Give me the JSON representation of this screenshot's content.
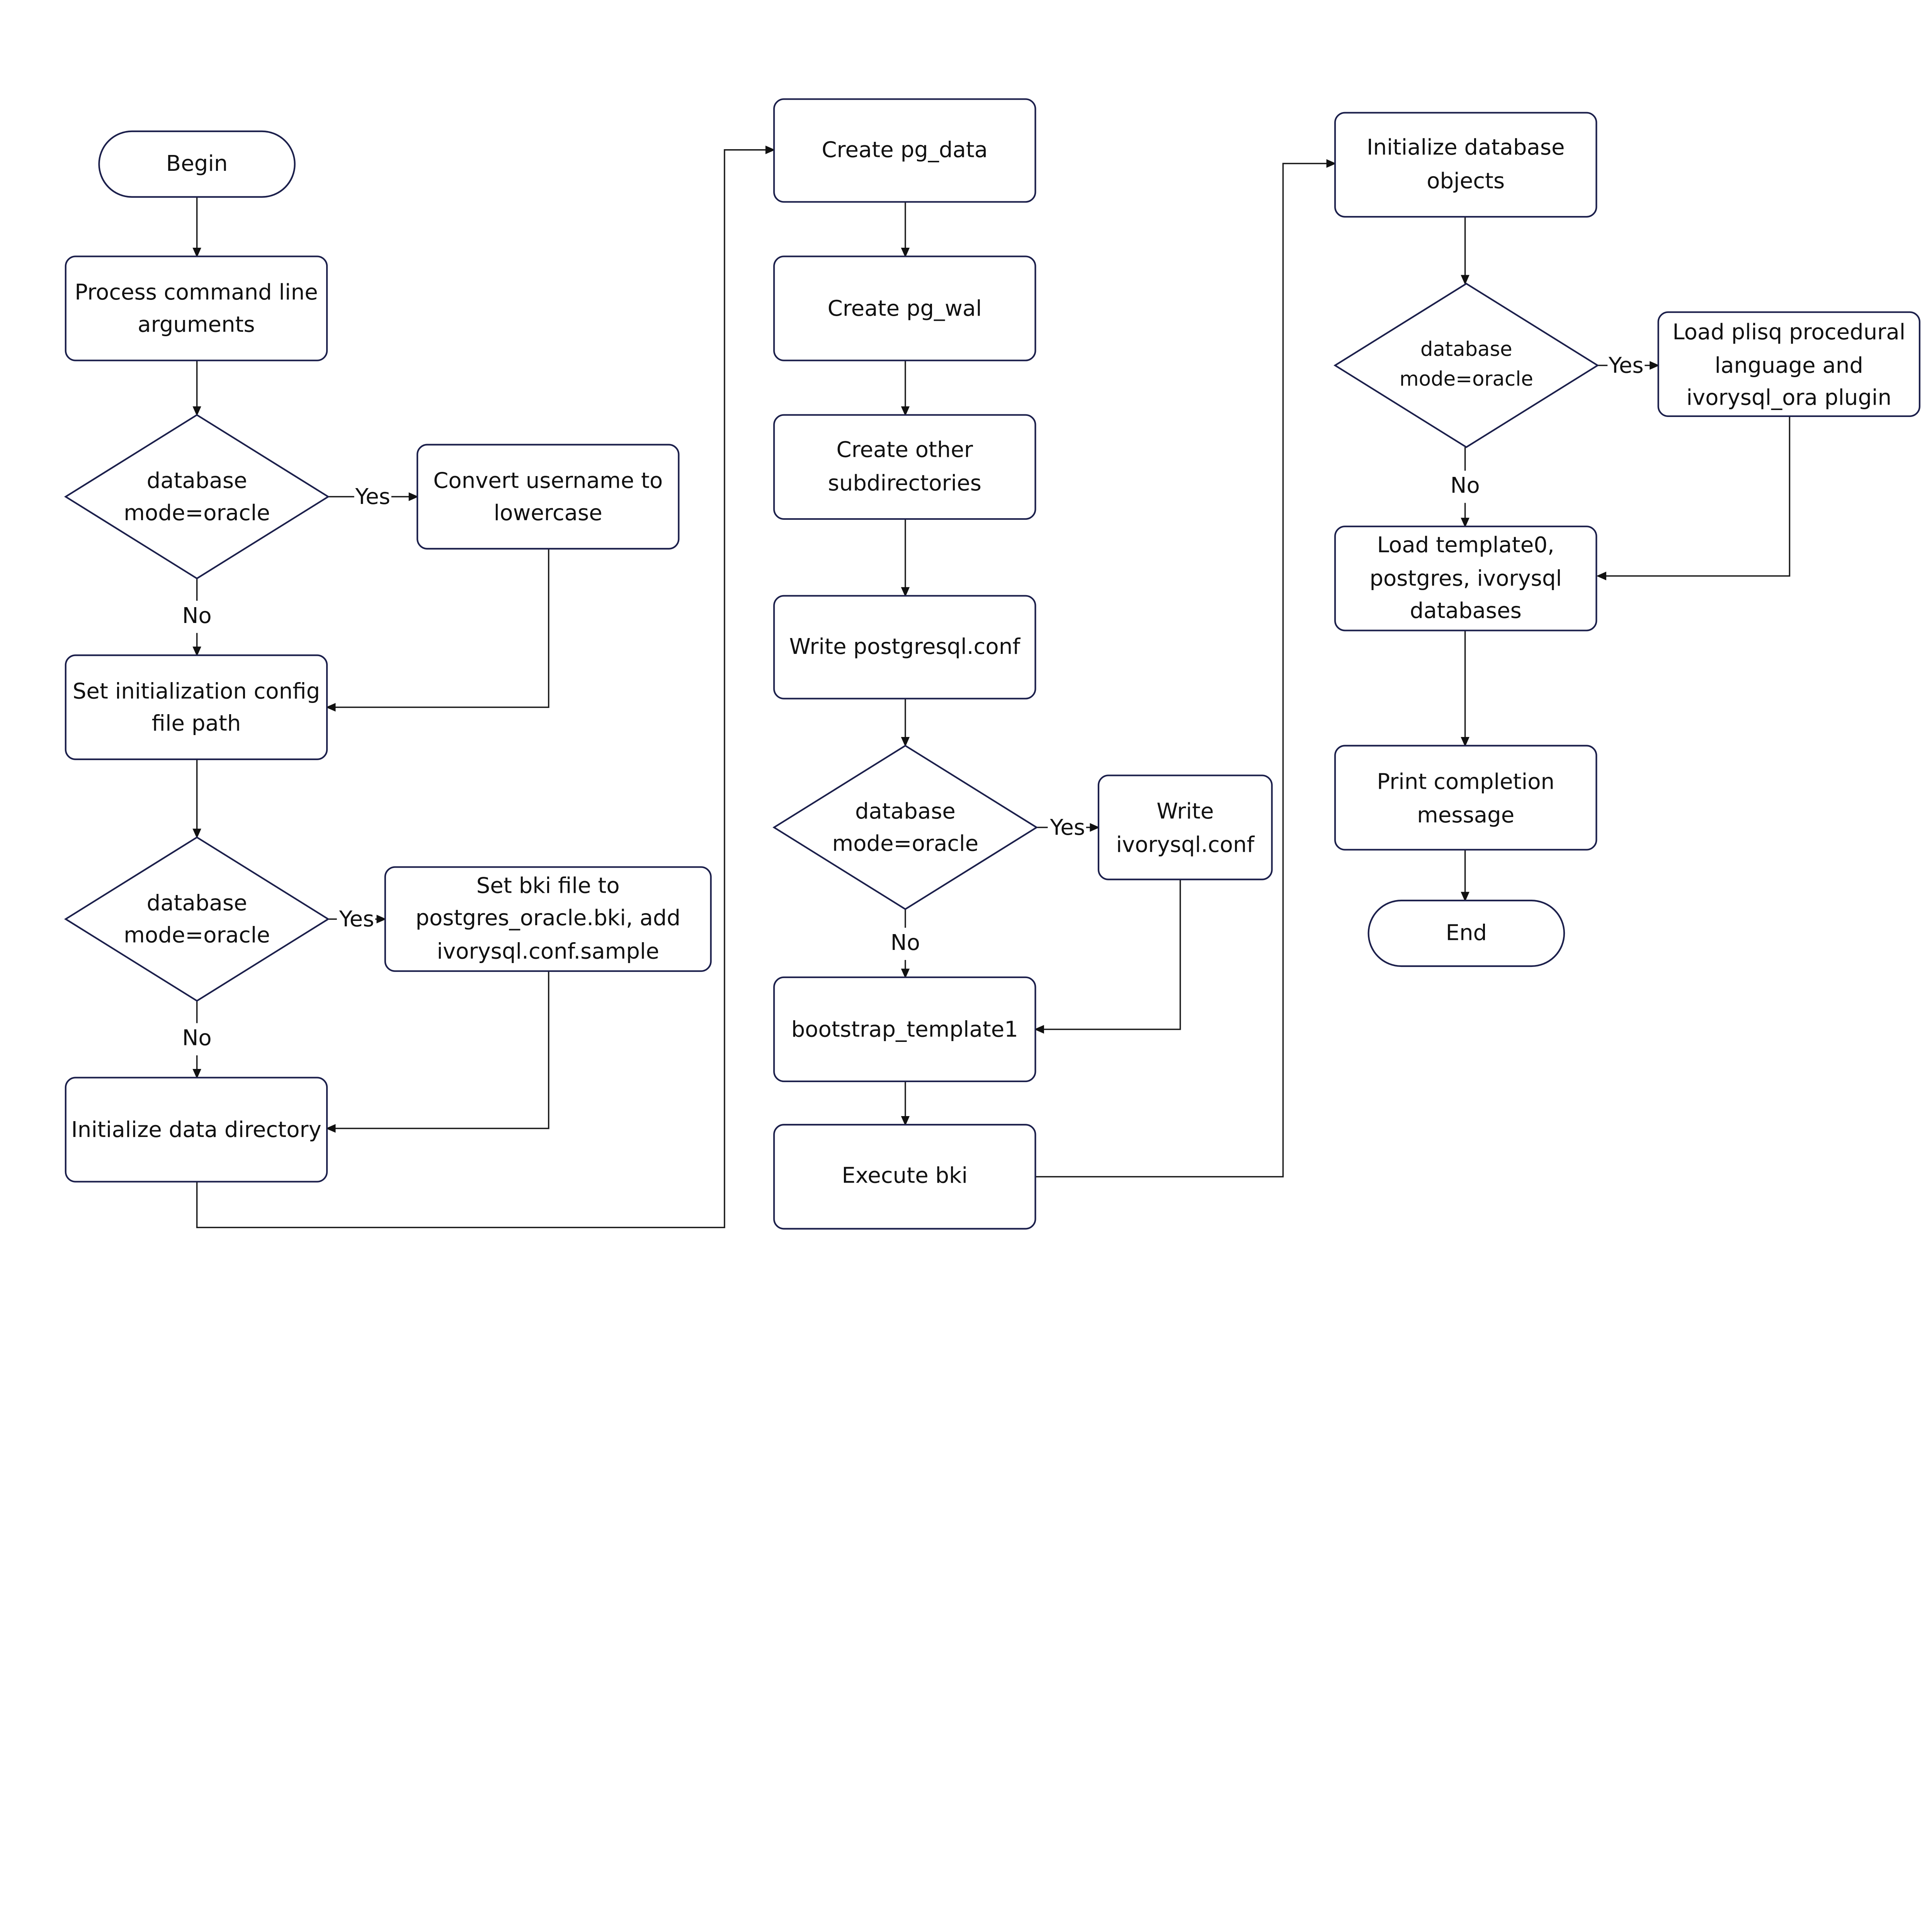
{
  "nodes": {
    "begin": {
      "lines": [
        "Begin"
      ]
    },
    "process_args": {
      "lines": [
        "Process command line",
        "arguments"
      ]
    },
    "decision1": {
      "lines": [
        "database",
        "mode=oracle"
      ]
    },
    "convert_username": {
      "lines": [
        "Convert username to",
        "lowercase"
      ]
    },
    "set_config_path": {
      "lines": [
        "Set initialization config",
        "file path"
      ]
    },
    "decision2": {
      "lines": [
        "database",
        "mode=oracle"
      ]
    },
    "set_bki": {
      "lines": [
        "Set bki file to",
        "postgres_oracle.bki, add",
        "ivorysql.conf.sample"
      ]
    },
    "init_data_dir": {
      "lines": [
        "Initialize data directory"
      ]
    },
    "create_pg_data": {
      "lines": [
        "Create pg_data"
      ]
    },
    "create_pg_wal": {
      "lines": [
        "Create pg_wal"
      ]
    },
    "create_subdirs": {
      "lines": [
        "Create other",
        "subdirectories"
      ]
    },
    "write_postgresql_conf": {
      "lines": [
        "Write postgresql.conf"
      ]
    },
    "decision3": {
      "lines": [
        "database",
        "mode=oracle"
      ]
    },
    "write_ivorysql_conf": {
      "lines": [
        "Write",
        "ivorysql.conf"
      ]
    },
    "bootstrap_template1": {
      "lines": [
        "bootstrap_template1"
      ]
    },
    "execute_bki": {
      "lines": [
        "Execute bki"
      ]
    },
    "init_db_objects": {
      "lines": [
        "Initialize database",
        "objects"
      ]
    },
    "decision4": {
      "lines": [
        "database",
        "mode=oracle"
      ]
    },
    "load_plisq": {
      "lines": [
        "Load plisq procedural",
        "language and",
        "ivorysql_ora plugin"
      ]
    },
    "load_templates": {
      "lines": [
        "Load template0,",
        "postgres, ivorysql",
        "databases"
      ]
    },
    "print_completion": {
      "lines": [
        "Print completion",
        "message"
      ]
    },
    "end": {
      "lines": [
        "End"
      ]
    }
  },
  "edge_labels": {
    "yes": "Yes",
    "no": "No"
  },
  "colors": {
    "stroke": "#1b1f4b",
    "edge": "#1a1a1a",
    "background": "#ffffff"
  }
}
